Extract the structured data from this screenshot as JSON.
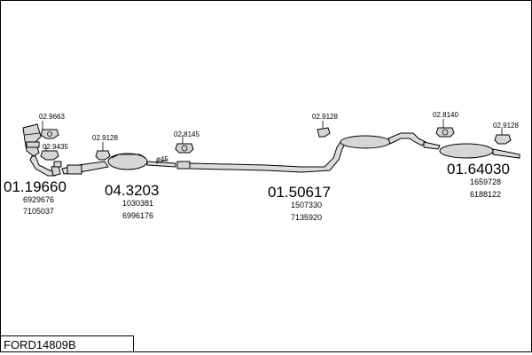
{
  "diagram_code": "FORD14809B",
  "assemblies": [
    {
      "part_no": "01.19660",
      "refs": [
        "6929676",
        "7105037"
      ]
    },
    {
      "part_no": "04.3203",
      "refs": [
        "1030381",
        "6996176"
      ]
    },
    {
      "part_no": "01.50617",
      "refs": [
        "1507330",
        "7135920"
      ]
    },
    {
      "part_no": "01.64030",
      "refs": [
        "1659728",
        "6188122"
      ]
    }
  ],
  "fittings": [
    {
      "label": "02.9663"
    },
    {
      "label": "02.9435"
    },
    {
      "label": "02.9128"
    },
    {
      "label": "02.8145"
    },
    {
      "label": "02.9128"
    },
    {
      "label": "02.8140"
    },
    {
      "label": "02.9128"
    }
  ],
  "pipe_diameter_label": "ø45"
}
